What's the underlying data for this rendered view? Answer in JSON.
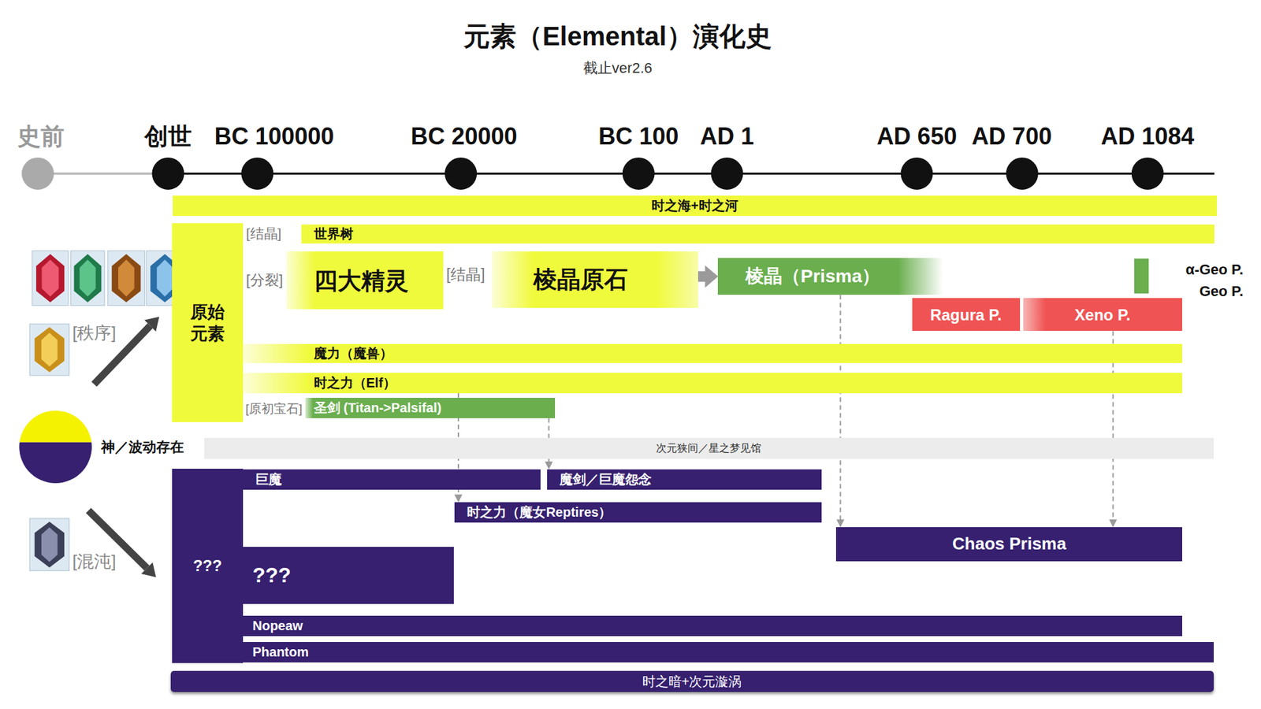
{
  "diagram": {
    "title": "元素（Elemental）演化史",
    "nodes": [
      {
        "text": [
          "时之海+时之河"
        ]
      },
      {
        "text": [
          "原始 元素"
        ]
      },
      {
        "text": [
          "世界树"
        ]
      },
      {
        "text": [
          "四大精灵"
        ]
      },
      {
        "text": [
          "棱晶原石"
        ]
      },
      {
        "text": [
          "棱晶（Prisma）"
        ]
      },
      {
        "text": [
          "α-Geo P.",
          "Geo P."
        ]
      },
      {
        "text": [
          "Ragura P."
        ]
      },
      {
        "text": [
          "Xeno P."
        ]
      },
      {
        "text": [
          "魔力（魔兽）"
        ]
      },
      {
        "text": [
          "时之力（Elf）"
        ]
      },
      {
        "text": [
          "圣剑 (Titan->Palsifal)"
        ]
      },
      {
        "text": [
          "神／波动存在"
        ]
      },
      {
        "text": [
          "次元狭间／星之梦见馆"
        ]
      },
      {
        "text": [
          "???"
        ]
      },
      {
        "text": [
          "巨魔"
        ]
      },
      {
        "text": [
          "魔剑／巨魔怨念"
        ]
      },
      {
        "text": [
          "时之力（魔女Reptires）"
        ]
      },
      {
        "text": [
          "Chaos Prisma"
        ]
      },
      {
        "text": [
          "???"
        ]
      },
      {
        "text": [
          "Nopeaw"
        ]
      },
      {
        "text": [
          "Phantom"
        ]
      },
      {
        "text": [
          "时之暗+次元漩涡"
        ]
      }
    ],
    "edges": [
      {
        "from": 4,
        "to": 5,
        "arrow": "to"
      },
      {
        "from": 10,
        "to": 17,
        "arrow": "to"
      },
      {
        "from": 11,
        "to": 16,
        "arrow": "to"
      },
      {
        "from": 5,
        "to": 18,
        "arrow": "to"
      },
      {
        "from": 8,
        "to": 18,
        "arrow": "to"
      }
    ],
    "labels": [
      "截止ver2.6",
      "史前",
      "创世",
      "BC 100000",
      "BC 20000",
      "BC 100",
      "AD 1",
      "AD 650",
      "AD 700",
      "AD 1084",
      "[结晶]",
      "[分裂]",
      "[结晶]",
      "[秩序]",
      "[原初宝石]",
      "[混沌]"
    ]
  }
}
